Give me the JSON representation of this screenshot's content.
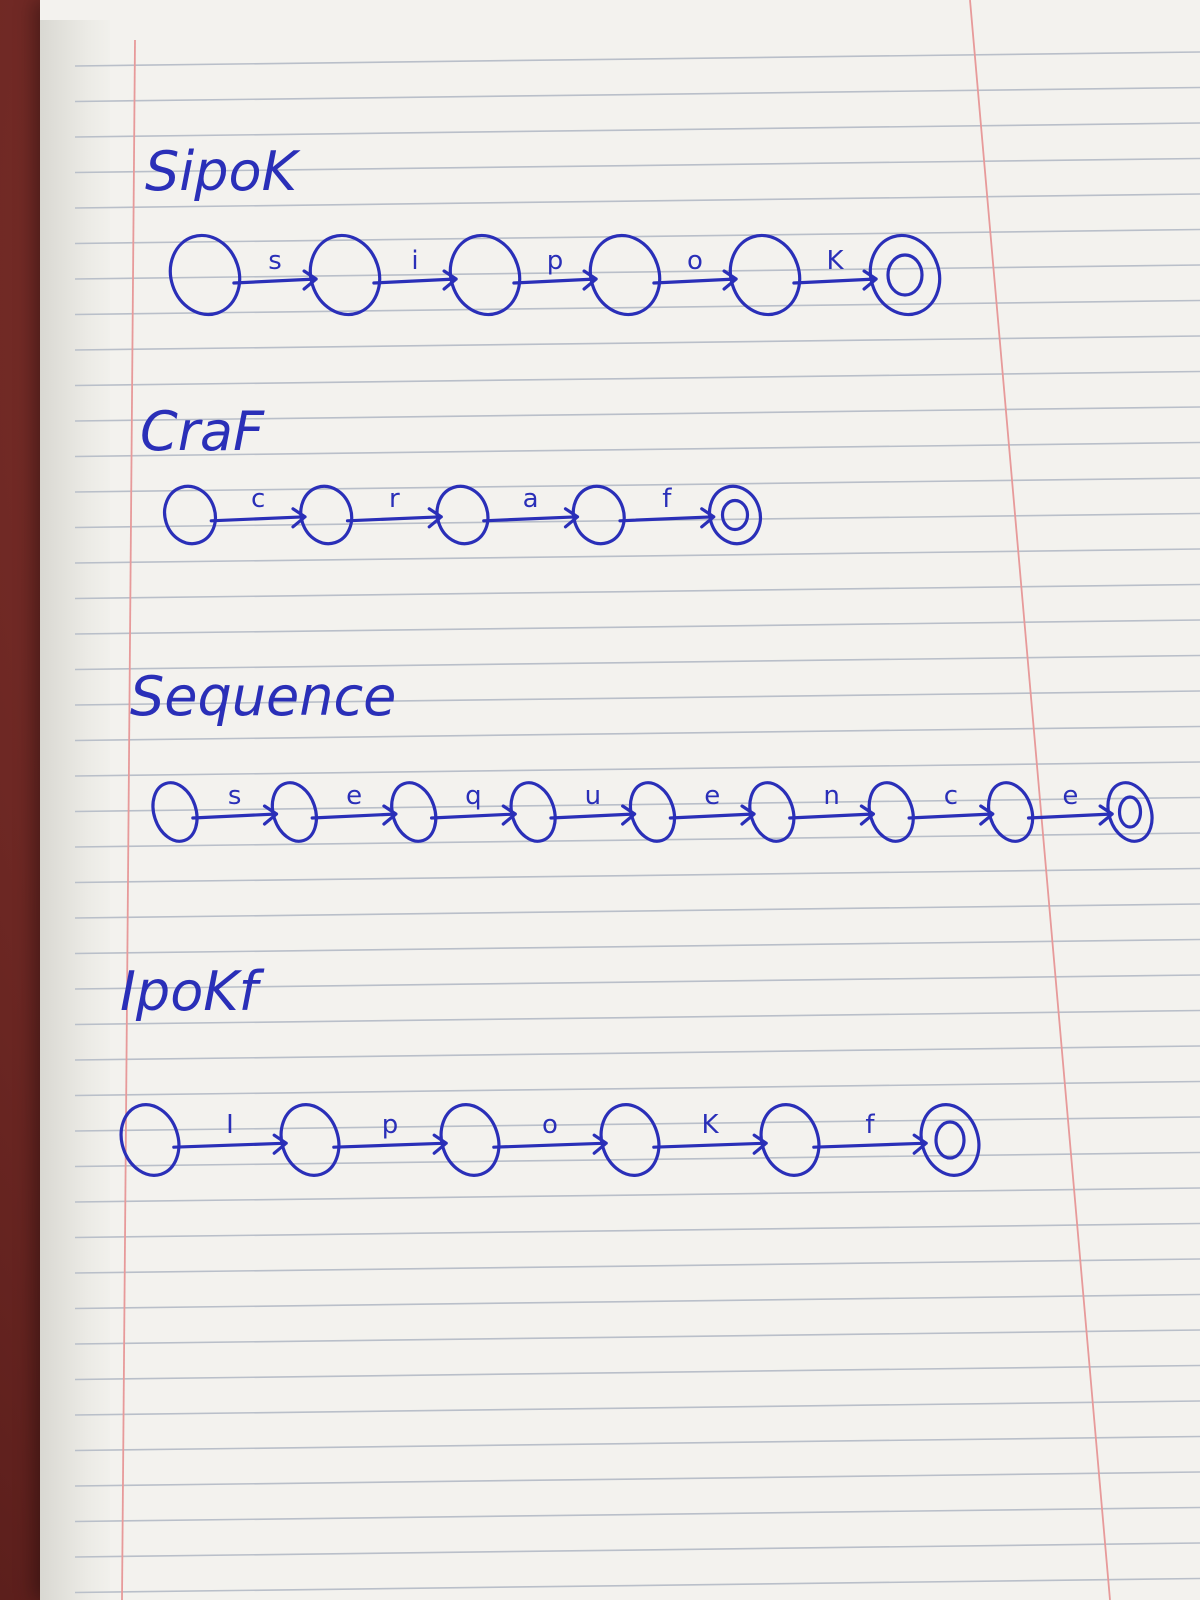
{
  "ink_color": "#2a2fb8",
  "paper_color": "#f3f2ee",
  "rule_color": "#b9bfc9",
  "margin_color": "#e79a9a",
  "diagrams": [
    {
      "word": "SipoK",
      "edges": [
        "s",
        "i",
        "p",
        "o",
        "K"
      ]
    },
    {
      "word": "CraF",
      "edges": [
        "c",
        "r",
        "a",
        "f"
      ]
    },
    {
      "word": "Sequence",
      "edges": [
        "s",
        "e",
        "q",
        "u",
        "e",
        "n",
        "c",
        "e"
      ]
    },
    {
      "word": "IpoKf",
      "edges": [
        "I",
        "p",
        "o",
        "K",
        "f"
      ]
    }
  ]
}
